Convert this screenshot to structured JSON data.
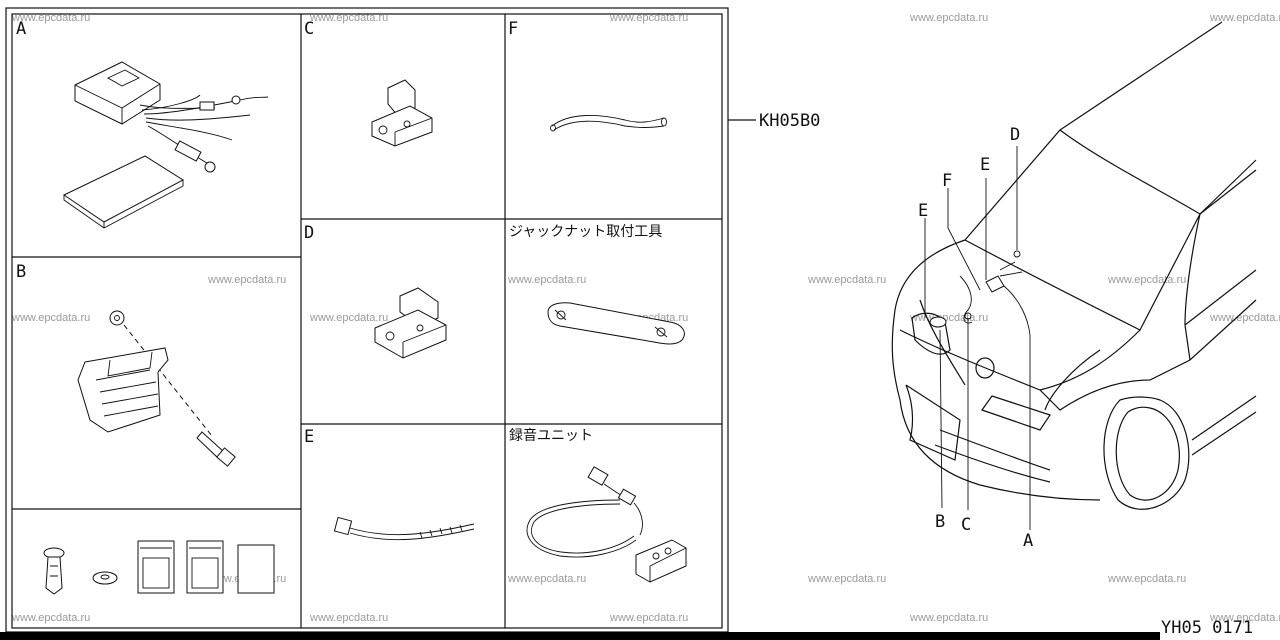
{
  "panel_labels": {
    "a": "A",
    "b": "B",
    "c": "C",
    "d": "D",
    "e": "E",
    "f": "F"
  },
  "panel_titles": {
    "jack_nut_tool": "ジャックナット取付工具",
    "recording_unit": "録音ユニット"
  },
  "kit_part_number": "KH05B0",
  "callouts": {
    "a": "A",
    "b": "B",
    "c": "C",
    "d": "D",
    "e_left": "E",
    "e_right": "E",
    "f": "F"
  },
  "diagram_code": "YH05 0171",
  "watermark": "www.epcdata.ru",
  "colors": {
    "line": "#111111",
    "watermark": "#9a9a9a",
    "background": "#ffffff"
  }
}
